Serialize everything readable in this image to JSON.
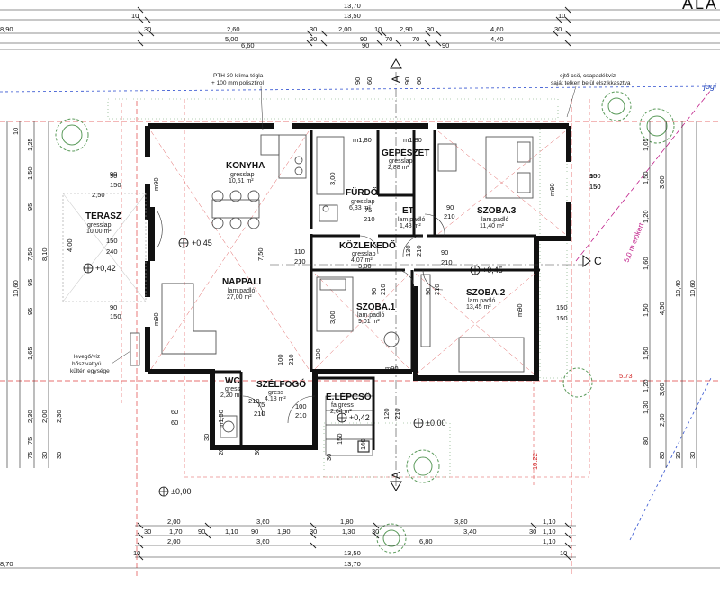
{
  "header": {
    "corner_text": "ALA"
  },
  "rooms": [
    {
      "id": "konyha",
      "name": "KONYHA",
      "floor": "gresslap",
      "area": "10,51 m²"
    },
    {
      "id": "nappali",
      "name": "NAPPALI",
      "floor": "lam.padló",
      "area": "27,00 m²"
    },
    {
      "id": "terasz",
      "name": "TERASZ",
      "floor": "gresslap",
      "area": "10,00 m²"
    },
    {
      "id": "furdo",
      "name": "FÜRDŐ",
      "floor": "gresslap",
      "area": "6,33 m²"
    },
    {
      "id": "gepeszet",
      "name": "GÉPÉSZET",
      "floor": "gresslap",
      "area": "2,88 m²"
    },
    {
      "id": "et",
      "name": "ET.",
      "floor": "lam.padló",
      "area": "1,43 m²"
    },
    {
      "id": "szoba3",
      "name": "SZOBA.3",
      "floor": "lam.padló",
      "area": "11,40 m²"
    },
    {
      "id": "kozlekedo",
      "name": "KÖZLEKEDŐ",
      "floor": "gresslap",
      "area": "4,07 m²"
    },
    {
      "id": "szoba1",
      "name": "SZOBA.1",
      "floor": "lam.padló",
      "area": "9,01 m²"
    },
    {
      "id": "szoba2",
      "name": "SZOBA.2",
      "floor": "lam.padló",
      "area": "13,45 m²"
    },
    {
      "id": "wc",
      "name": "WC",
      "floor": "gress",
      "area": "2,20 m²"
    },
    {
      "id": "szelfogo",
      "name": "SZÉLFOGÓ",
      "floor": "gress",
      "area": "4,18 m²"
    },
    {
      "id": "elepcso",
      "name": "E.LÉPCSŐ",
      "floor": "fa gress",
      "area": "2,64 m²"
    }
  ],
  "levels": [
    "+0,45",
    "+0,42",
    "+0,45",
    "+0,42",
    "±0,00",
    "±0,00"
  ],
  "notes": {
    "pth": [
      "PTH 30 klíma tégla",
      "+ 100 mm polisztirol"
    ],
    "eaves": [
      "ejtő csö, csapadékvíz",
      "saját telken belül elszikkasztva"
    ],
    "hvac": [
      "levegő/víz",
      "hőszivattyú",
      "kültéri egysége"
    ],
    "setback": "5,0 m előkert",
    "boundary": "jogi",
    "red_dim_1": "5.73",
    "red_dim_2": "10.22",
    "section_a": "A",
    "section_c": "C"
  },
  "dims": {
    "top_row1": [
      "13,70"
    ],
    "top_row2": [
      "10",
      "13,50",
      "10"
    ],
    "top_row3": [
      "8,90",
      "30",
      "2,60",
      "30",
      "2,00",
      "10",
      "2,90",
      "30",
      "4,60",
      "30"
    ],
    "top_row4": [
      "5,00",
      "30",
      "90",
      "70",
      "70",
      "4,40"
    ],
    "top_row5": [
      "6,60",
      "90",
      "90"
    ],
    "top_small": [
      "90",
      "60",
      "90",
      "60"
    ],
    "bottom_row1": [
      "2,00",
      "3,60",
      "1,80",
      "3,80",
      "1,10"
    ],
    "bottom_row2": [
      "30",
      "1,70",
      "90",
      "1,10",
      "90",
      "1,90",
      "30",
      "1,30",
      "30",
      "3,40",
      "30",
      "1,10"
    ],
    "bottom_row3": [
      "2,00",
      "3,60",
      "6,80",
      "1,10"
    ],
    "bottom_row4": [
      "10",
      "13,50",
      "10"
    ],
    "bottom_row5": [
      "8,70",
      "13,70"
    ],
    "left_col1": [
      "10",
      "1,25",
      "1,50",
      "95",
      "95",
      "95",
      "1,65",
      "2,30",
      "75",
      "75"
    ],
    "left_col2": [
      "90",
      "2,50",
      "4,00",
      "8,10",
      "7,50",
      "2,00",
      "2,30",
      "10,60",
      "30",
      "30"
    ],
    "right_col1": [
      "1,05",
      "1,50",
      "1,20",
      "1,60",
      "1,50",
      "1,50",
      "1,20",
      "1,30",
      "80",
      "80"
    ],
    "right_col2": [
      "3,00",
      "4,50",
      "3,00",
      "2,30",
      "10,40",
      "10,60",
      "30",
      "30"
    ],
    "inner": [
      "90",
      "150",
      "90",
      "150",
      "150",
      "240",
      "90",
      "150",
      "150",
      "150",
      "150",
      "150",
      "m90",
      "m90",
      "m90",
      "m90",
      "m90",
      "m1,80",
      "m1,80",
      "3,00",
      "75",
      "210",
      "90",
      "210",
      "110",
      "210",
      "3,00",
      "130",
      "210",
      "90",
      "210",
      "3,00",
      "90",
      "210",
      "90",
      "210",
      "7,50",
      "100",
      "210",
      "75",
      "210",
      "100",
      "210",
      "m1,50",
      "60",
      "30",
      "30",
      "150",
      "30",
      "210",
      "120",
      "210",
      "100",
      "140",
      "20",
      "60"
    ]
  }
}
